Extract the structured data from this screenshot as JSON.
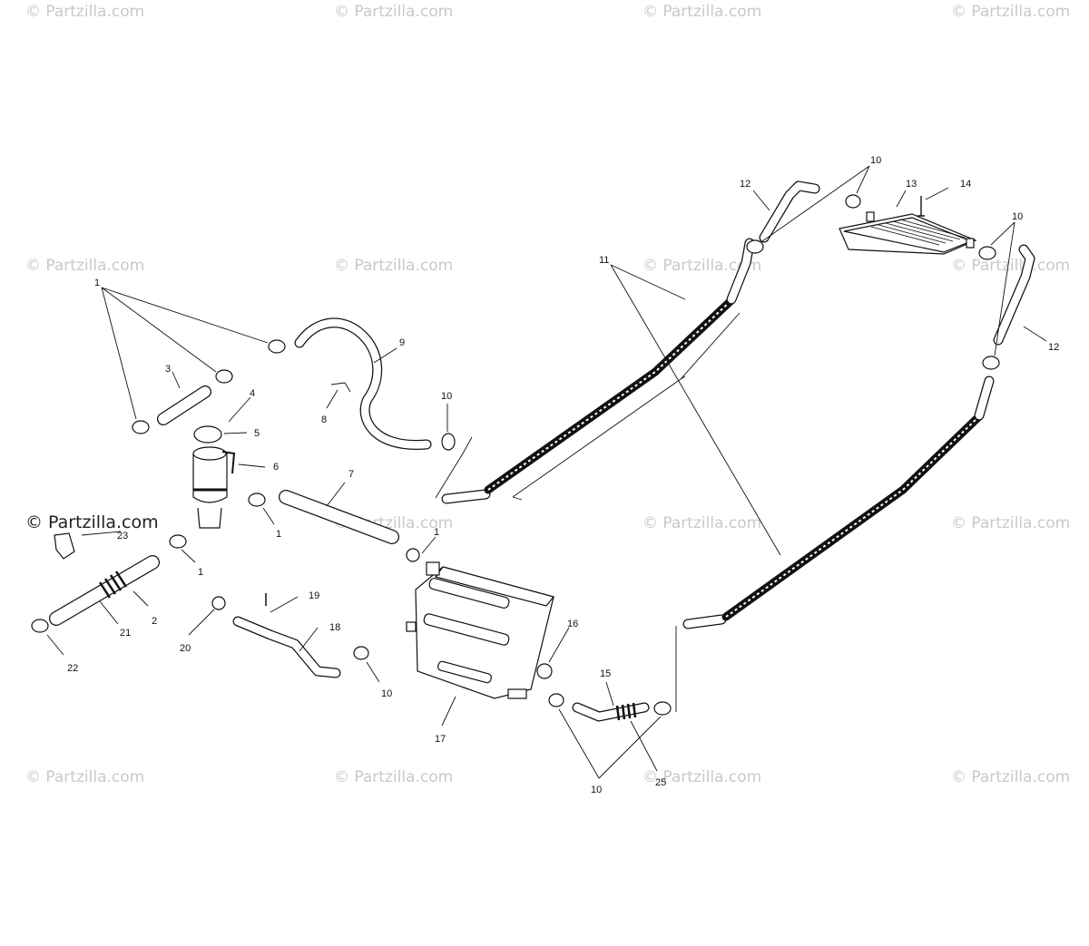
{
  "diagram": {
    "callouts": [
      "1",
      "1",
      "1",
      "1",
      "1",
      "2",
      "3",
      "4",
      "5",
      "6",
      "7",
      "8",
      "9",
      "10",
      "10",
      "10",
      "10",
      "10",
      "10",
      "11",
      "12",
      "12",
      "13",
      "14",
      "15",
      "16",
      "17",
      "18",
      "19",
      "20",
      "21",
      "22",
      "23",
      "25"
    ],
    "watermark": "© Partzilla.com"
  }
}
